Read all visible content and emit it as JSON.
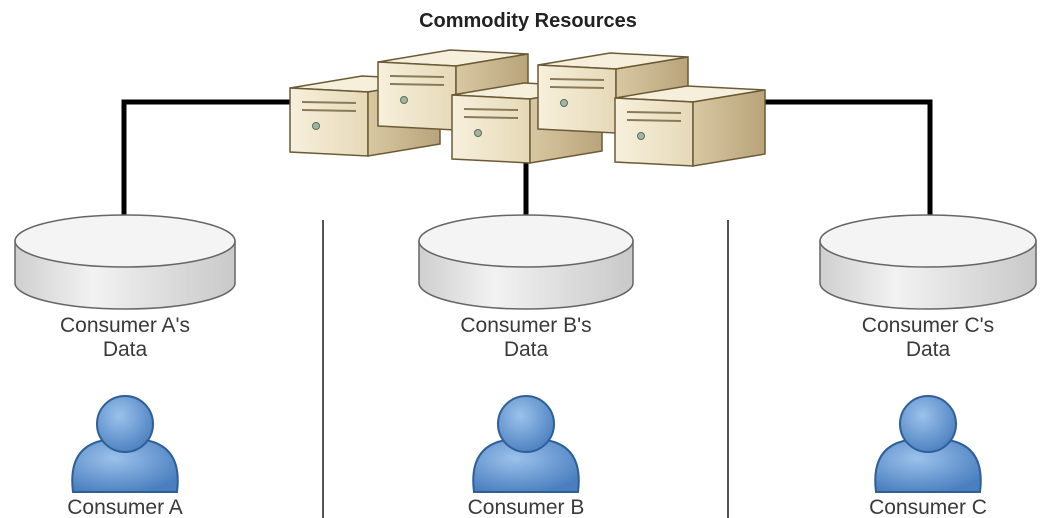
{
  "title": "Commodity Resources",
  "colors": {
    "connector": "#000000",
    "divider": "#555555",
    "server_face": "#efe6cf",
    "server_side": "#cdbb93",
    "disk_body": "#e3e3e3",
    "disk_top": "#f4f4f4",
    "user_fill": "#5f93cf",
    "user_stroke": "#2e5f99"
  },
  "servers": [
    {
      "icon": "server-icon"
    },
    {
      "icon": "server-icon"
    },
    {
      "icon": "server-icon"
    },
    {
      "icon": "server-icon"
    },
    {
      "icon": "server-icon"
    }
  ],
  "consumers": [
    {
      "data_label_line1": "Consumer A's",
      "data_label_line2": "Data",
      "user_label": "Consumer A",
      "data_icon": "database-icon",
      "user_icon": "user-icon"
    },
    {
      "data_label_line1": "Consumer B's",
      "data_label_line2": "Data",
      "user_label": "Consumer B",
      "data_icon": "database-icon",
      "user_icon": "user-icon"
    },
    {
      "data_label_line1": "Consumer C's",
      "data_label_line2": "Data",
      "user_label": "Consumer C",
      "data_icon": "database-icon",
      "user_icon": "user-icon"
    }
  ]
}
